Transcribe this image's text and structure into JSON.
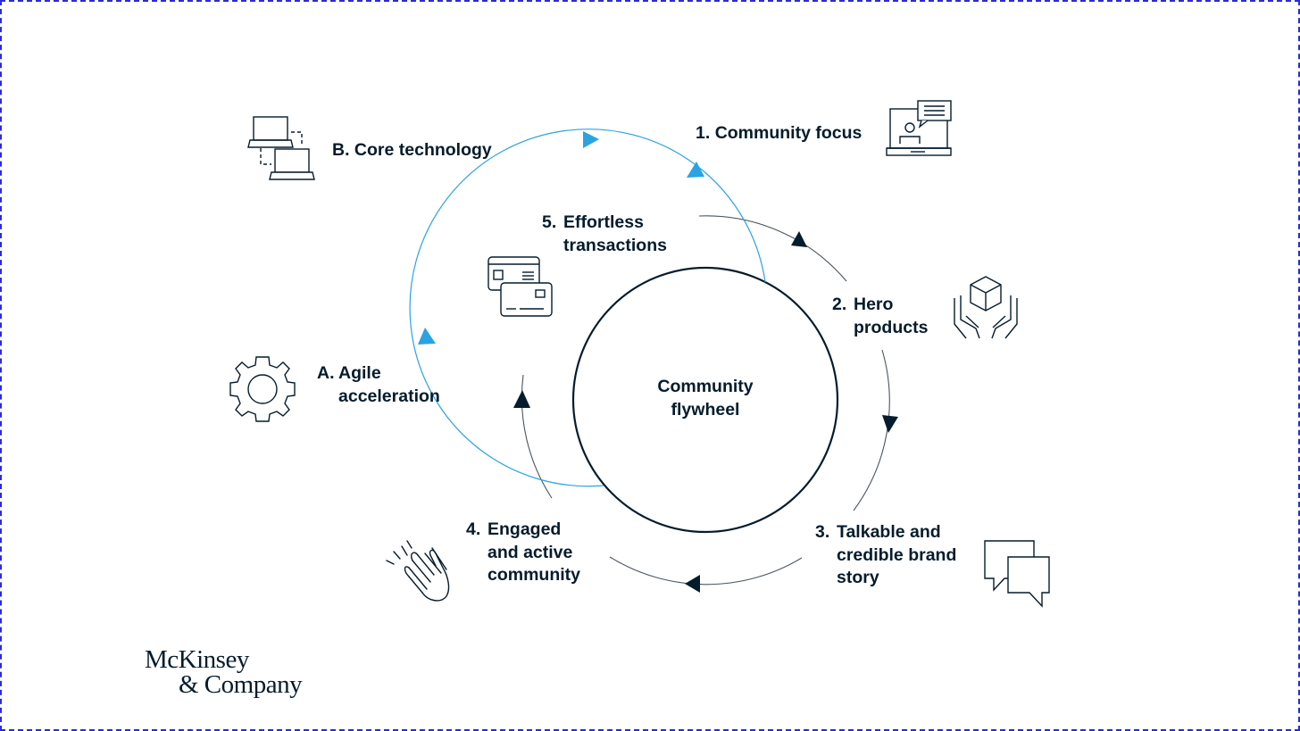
{
  "center": {
    "line1": "Community",
    "line2": "flywheel"
  },
  "steps": [
    {
      "num": "1.",
      "line1": "Community focus",
      "line2": "",
      "line3": ""
    },
    {
      "num": "2.",
      "line1": "Hero",
      "line2": "products",
      "line3": ""
    },
    {
      "num": "3.",
      "line1": "Talkable and",
      "line2": "credible brand",
      "line3": "story"
    },
    {
      "num": "4.",
      "line1": "Engaged",
      "line2": "and active",
      "line3": "community"
    },
    {
      "num": "5.",
      "line1": "Effortless",
      "line2": "transactions",
      "line3": ""
    }
  ],
  "enablers": [
    {
      "num": "A.",
      "line1": "Agile",
      "line2": "acceleration"
    },
    {
      "num": "B.",
      "line1": "Core technology",
      "line2": ""
    }
  ],
  "logo": {
    "line1": "McKinsey",
    "line2": "& Company"
  },
  "icons": {
    "step1": "laptop-chat-icon",
    "step2": "hands-box-icon",
    "step3": "speech-bubbles-icon",
    "step4": "clapping-hands-icon",
    "step5": "payment-cards-icon",
    "enablerA": "gear-icon",
    "enablerB": "connected-laptops-icon"
  },
  "colors": {
    "navy": "#051c2c",
    "blue": "#2aa3e3",
    "gray": "#4a5661"
  }
}
